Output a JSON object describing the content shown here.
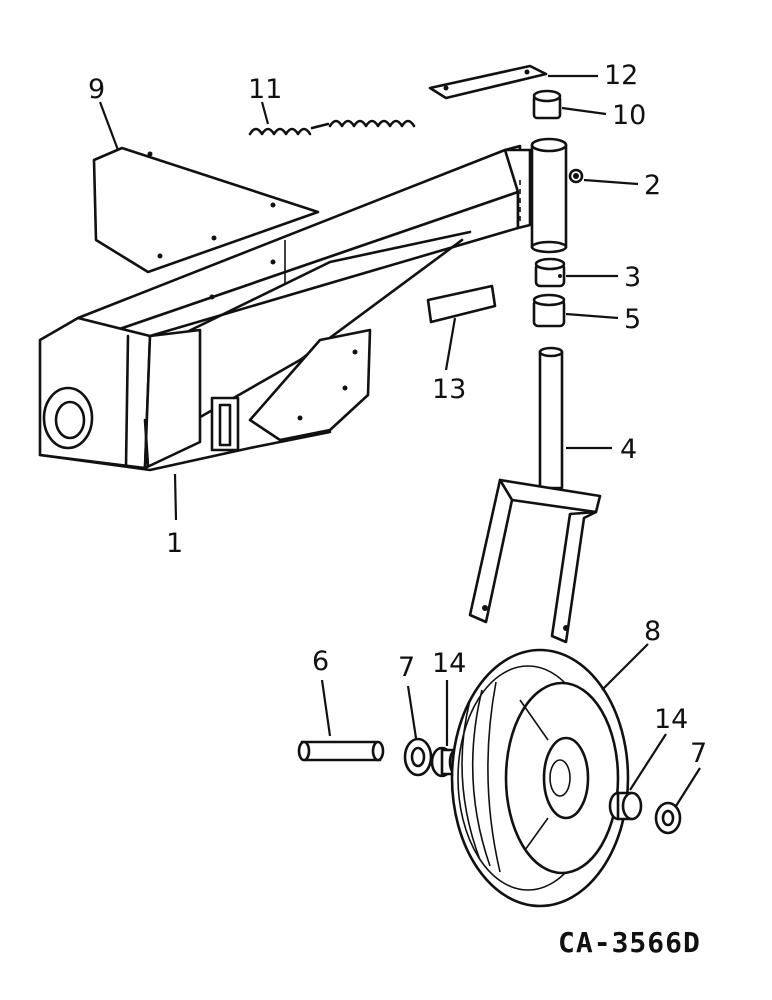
{
  "diagram": {
    "drawing_number": "CA-3566D",
    "callouts": {
      "c1": "1",
      "c2": "2",
      "c3": "3",
      "c4": "4",
      "c5": "5",
      "c6": "6",
      "c7a": "7",
      "c7b": "7",
      "c8": "8",
      "c9": "9",
      "c10": "10",
      "c11": "11",
      "c12": "12",
      "c13": "13",
      "c14a": "14",
      "c14b": "14"
    }
  }
}
